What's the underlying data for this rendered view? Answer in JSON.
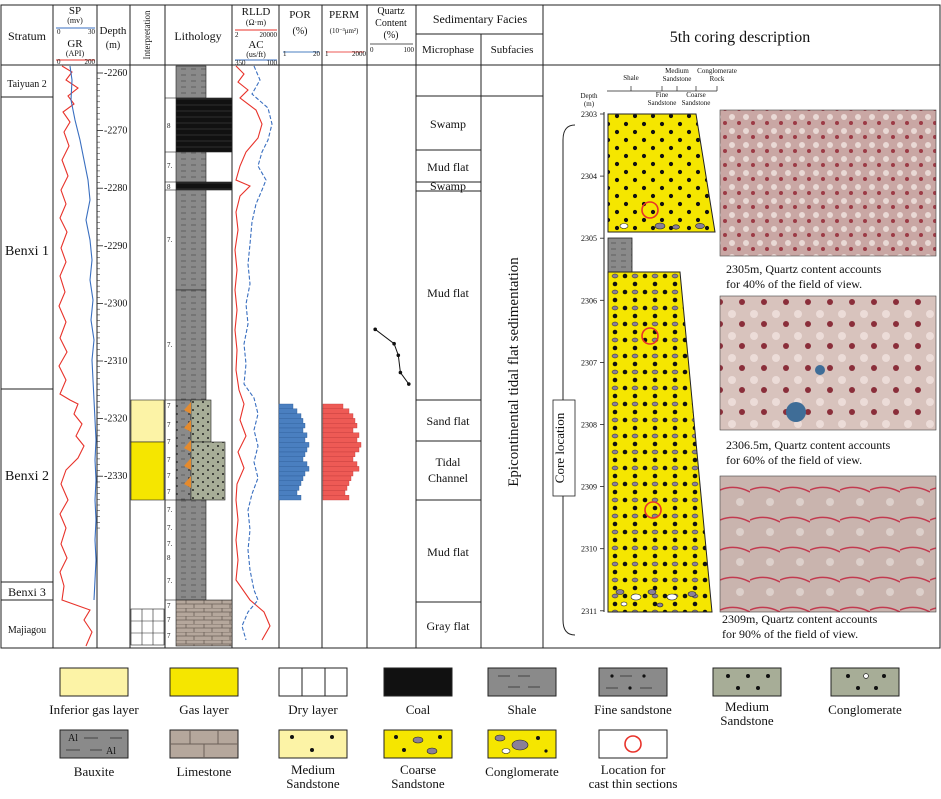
{
  "headers": {
    "stratum": "Stratum",
    "sp": "SP",
    "sp_unit": "(mv)",
    "sp_min": "0",
    "sp_max": "30",
    "gr": "GR",
    "gr_unit": "(API)",
    "gr_min": "0",
    "gr_max": "200",
    "depth": "Depth",
    "depth_unit": "(m)",
    "interpretation": "Interpretation",
    "lithology": "Lithology",
    "rlld": "RLLD",
    "rlld_unit": "(Ω·m)",
    "rlld_min": "2",
    "rlld_max": "20000",
    "ac": "AC",
    "ac_unit": "(us/ft)",
    "ac_min": "350",
    "ac_max": "100",
    "por": "POR",
    "por_unit": "(%)",
    "por_min": "1",
    "por_max": "20",
    "perm": "PERM",
    "perm_unit": "(10⁻³μm²)",
    "perm_min": "1",
    "perm_max": "2000",
    "quartz_1": "Quartz",
    "quartz_2": "Content",
    "quartz_3": "(%)",
    "quartz_min": "0",
    "quartz_max": "100",
    "sed_facies": "Sedimentary Facies",
    "microphase": "Microphase",
    "subfacies": "Subfacies",
    "coring_title": "5th coring description"
  },
  "strata": [
    "Taiyuan 2",
    "Benxi 1",
    "Benxi 2",
    "Benxi 3",
    "Majiagou"
  ],
  "depth_ticks": [
    "2260",
    "2270",
    "2280",
    "2290",
    "2300",
    "2310",
    "2320",
    "2330"
  ],
  "microphase": [
    "Swamp",
    "Mud flat",
    "Swamp",
    "Mud flat",
    "Sand flat",
    "Tidal",
    "Channel",
    "Mud flat",
    "Gray flat"
  ],
  "subfacies": "Epicontinental tidal flat sedimentation",
  "lith_codes": [
    "8",
    "7.",
    "8",
    "7.",
    "7.",
    "7",
    "7",
    "7",
    "7",
    "7",
    "7",
    "7.",
    "7.",
    "7.",
    "8",
    "7.",
    "7",
    "7",
    "7"
  ],
  "quartz_profile": [
    {
      "depth": 2304.5,
      "value": 10
    },
    {
      "depth": 2307,
      "value": 55
    },
    {
      "depth": 2309,
      "value": 65
    },
    {
      "depth": 2312,
      "value": 70
    },
    {
      "depth": 2314,
      "value": 90
    }
  ],
  "core": {
    "grain_labels": {
      "shale": "Shale",
      "fine": "Fine",
      "fine2": "Sandstone",
      "medium": "Medium",
      "medium2": "Sandstone",
      "coarse": "Coarse",
      "coarse2": "Sandstone",
      "conglomerate": "Conglomerate",
      "conglomerate2": "Rock"
    },
    "depth_label": "Depth",
    "depth_unit": "(m)",
    "depth_ticks": [
      "2303",
      "2304",
      "2305",
      "2306",
      "2307",
      "2308",
      "2309",
      "2310",
      "2311"
    ],
    "location_label": "Core location"
  },
  "captions": [
    {
      "line1": "2305m, Quartz content accounts",
      "line2": "for 40% of the field of view."
    },
    {
      "line1": "2306.5m, Quartz content accounts",
      "line2": "for 60% of the field of view."
    },
    {
      "line1": "2309m, Quartz content accounts",
      "line2": "for 90% of the field of view."
    }
  ],
  "legend": {
    "inferior_gas": "Inferior gas layer",
    "gas": "Gas layer",
    "dry": "Dry layer",
    "coal": "Coal",
    "shale": "Shale",
    "fine_sandstone": "Fine sandstone",
    "medium_sandstone_1": "Medium",
    "medium_sandstone_2": "Sandstone",
    "conglomerate": "Conglomerate",
    "bauxite": "Bauxite",
    "bauxite_symbol": "Al",
    "limestone": "Limestone",
    "core_medium_1": "Medium",
    "core_medium_2": "Sandstone",
    "core_coarse_1": "Coarse",
    "core_coarse_2": "Sandstone",
    "core_conglomerate": "Conglomerate",
    "cast_1": "Location for",
    "cast_2": "cast thin sections"
  },
  "colors": {
    "gas_yellow": "#f5e600",
    "inferior_yellow": "#fcf3a6",
    "por_blue": "#4a7fc0",
    "perm_red": "#ee5a55",
    "log_red": "#e8322a",
    "log_blue": "#3a6fc0",
    "shale_gray": "#8a8a8a",
    "sand_green": "#a7ad97",
    "limestone_brown": "#b5a79c"
  }
}
